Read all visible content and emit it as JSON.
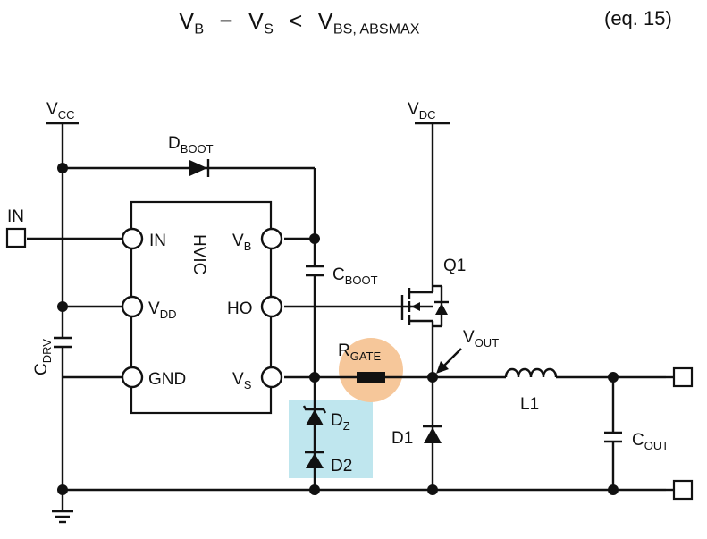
{
  "equation": {
    "lhs_a": "V",
    "lhs_a_sub": "B",
    "minus": "−",
    "lhs_b": "V",
    "lhs_b_sub": "S",
    "less": "<",
    "rhs": "V",
    "rhs_sub": "BS, ABSMAX",
    "tag": "(eq. 15)"
  },
  "labels": {
    "vcc": "V",
    "vcc_sub": "CC",
    "vdc": "V",
    "vdc_sub": "DC",
    "dboot": "D",
    "dboot_sub": "BOOT",
    "in_terminal": "IN",
    "ic_name": "HVIC",
    "pin_in": "IN",
    "pin_vdd": "V",
    "pin_vdd_sub": "DD",
    "pin_gnd": "GND",
    "pin_vb": "V",
    "pin_vb_sub": "B",
    "pin_ho": "HO",
    "pin_vs": "V",
    "pin_vs_sub": "S",
    "cboot": "C",
    "cboot_sub": "BOOT",
    "q1": "Q1",
    "vout": "V",
    "vout_sub": "OUT",
    "rgate": "R",
    "rgate_sub": "GATE",
    "cdrv": "C",
    "cdrv_sub": "DRV",
    "dz": "D",
    "dz_sub": "Z",
    "d2": "D2",
    "d1": "D1",
    "l1": "L1",
    "cout": "C",
    "cout_sub": "OUT"
  },
  "colors": {
    "zener_highlight": "#bfe6ee",
    "rgate_highlight": "#f6c79a"
  }
}
